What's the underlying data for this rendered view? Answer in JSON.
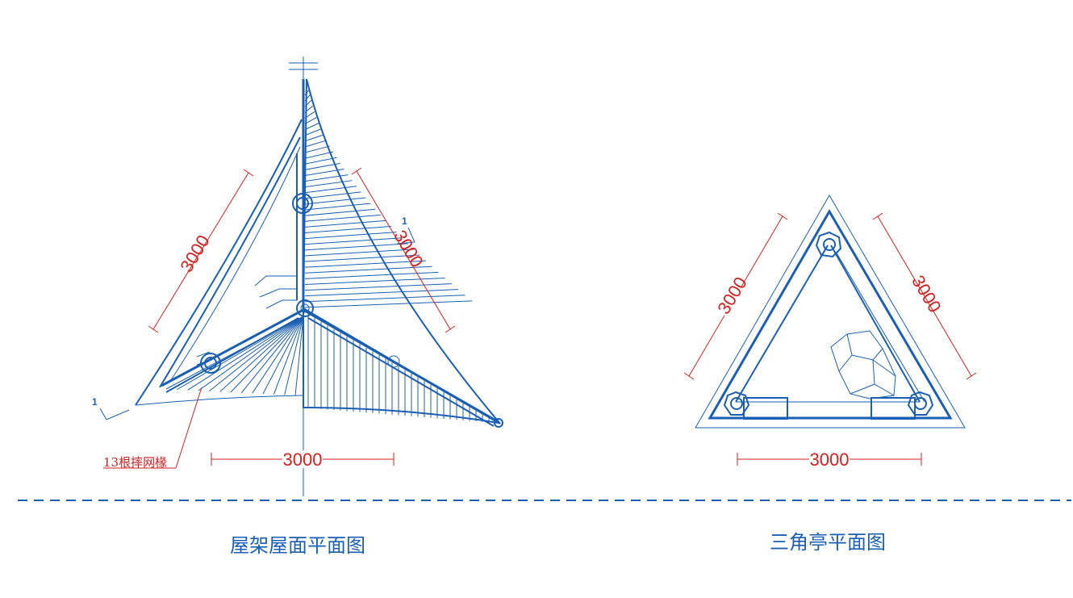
{
  "left_plan": {
    "title": "屋架屋面平面图",
    "dim_left": "3000",
    "dim_right": "3000",
    "dim_bottom": "3000",
    "note": "13根摔网椽",
    "section_mark_1": "1",
    "section_mark_2": "1"
  },
  "right_plan": {
    "title": "三角亭平面图",
    "dim_left": "3000",
    "dim_right": "3000",
    "dim_bottom": "3000"
  },
  "colors": {
    "line": "#1a5fb4",
    "dimension": "#d42020",
    "background": "#ffffff"
  }
}
